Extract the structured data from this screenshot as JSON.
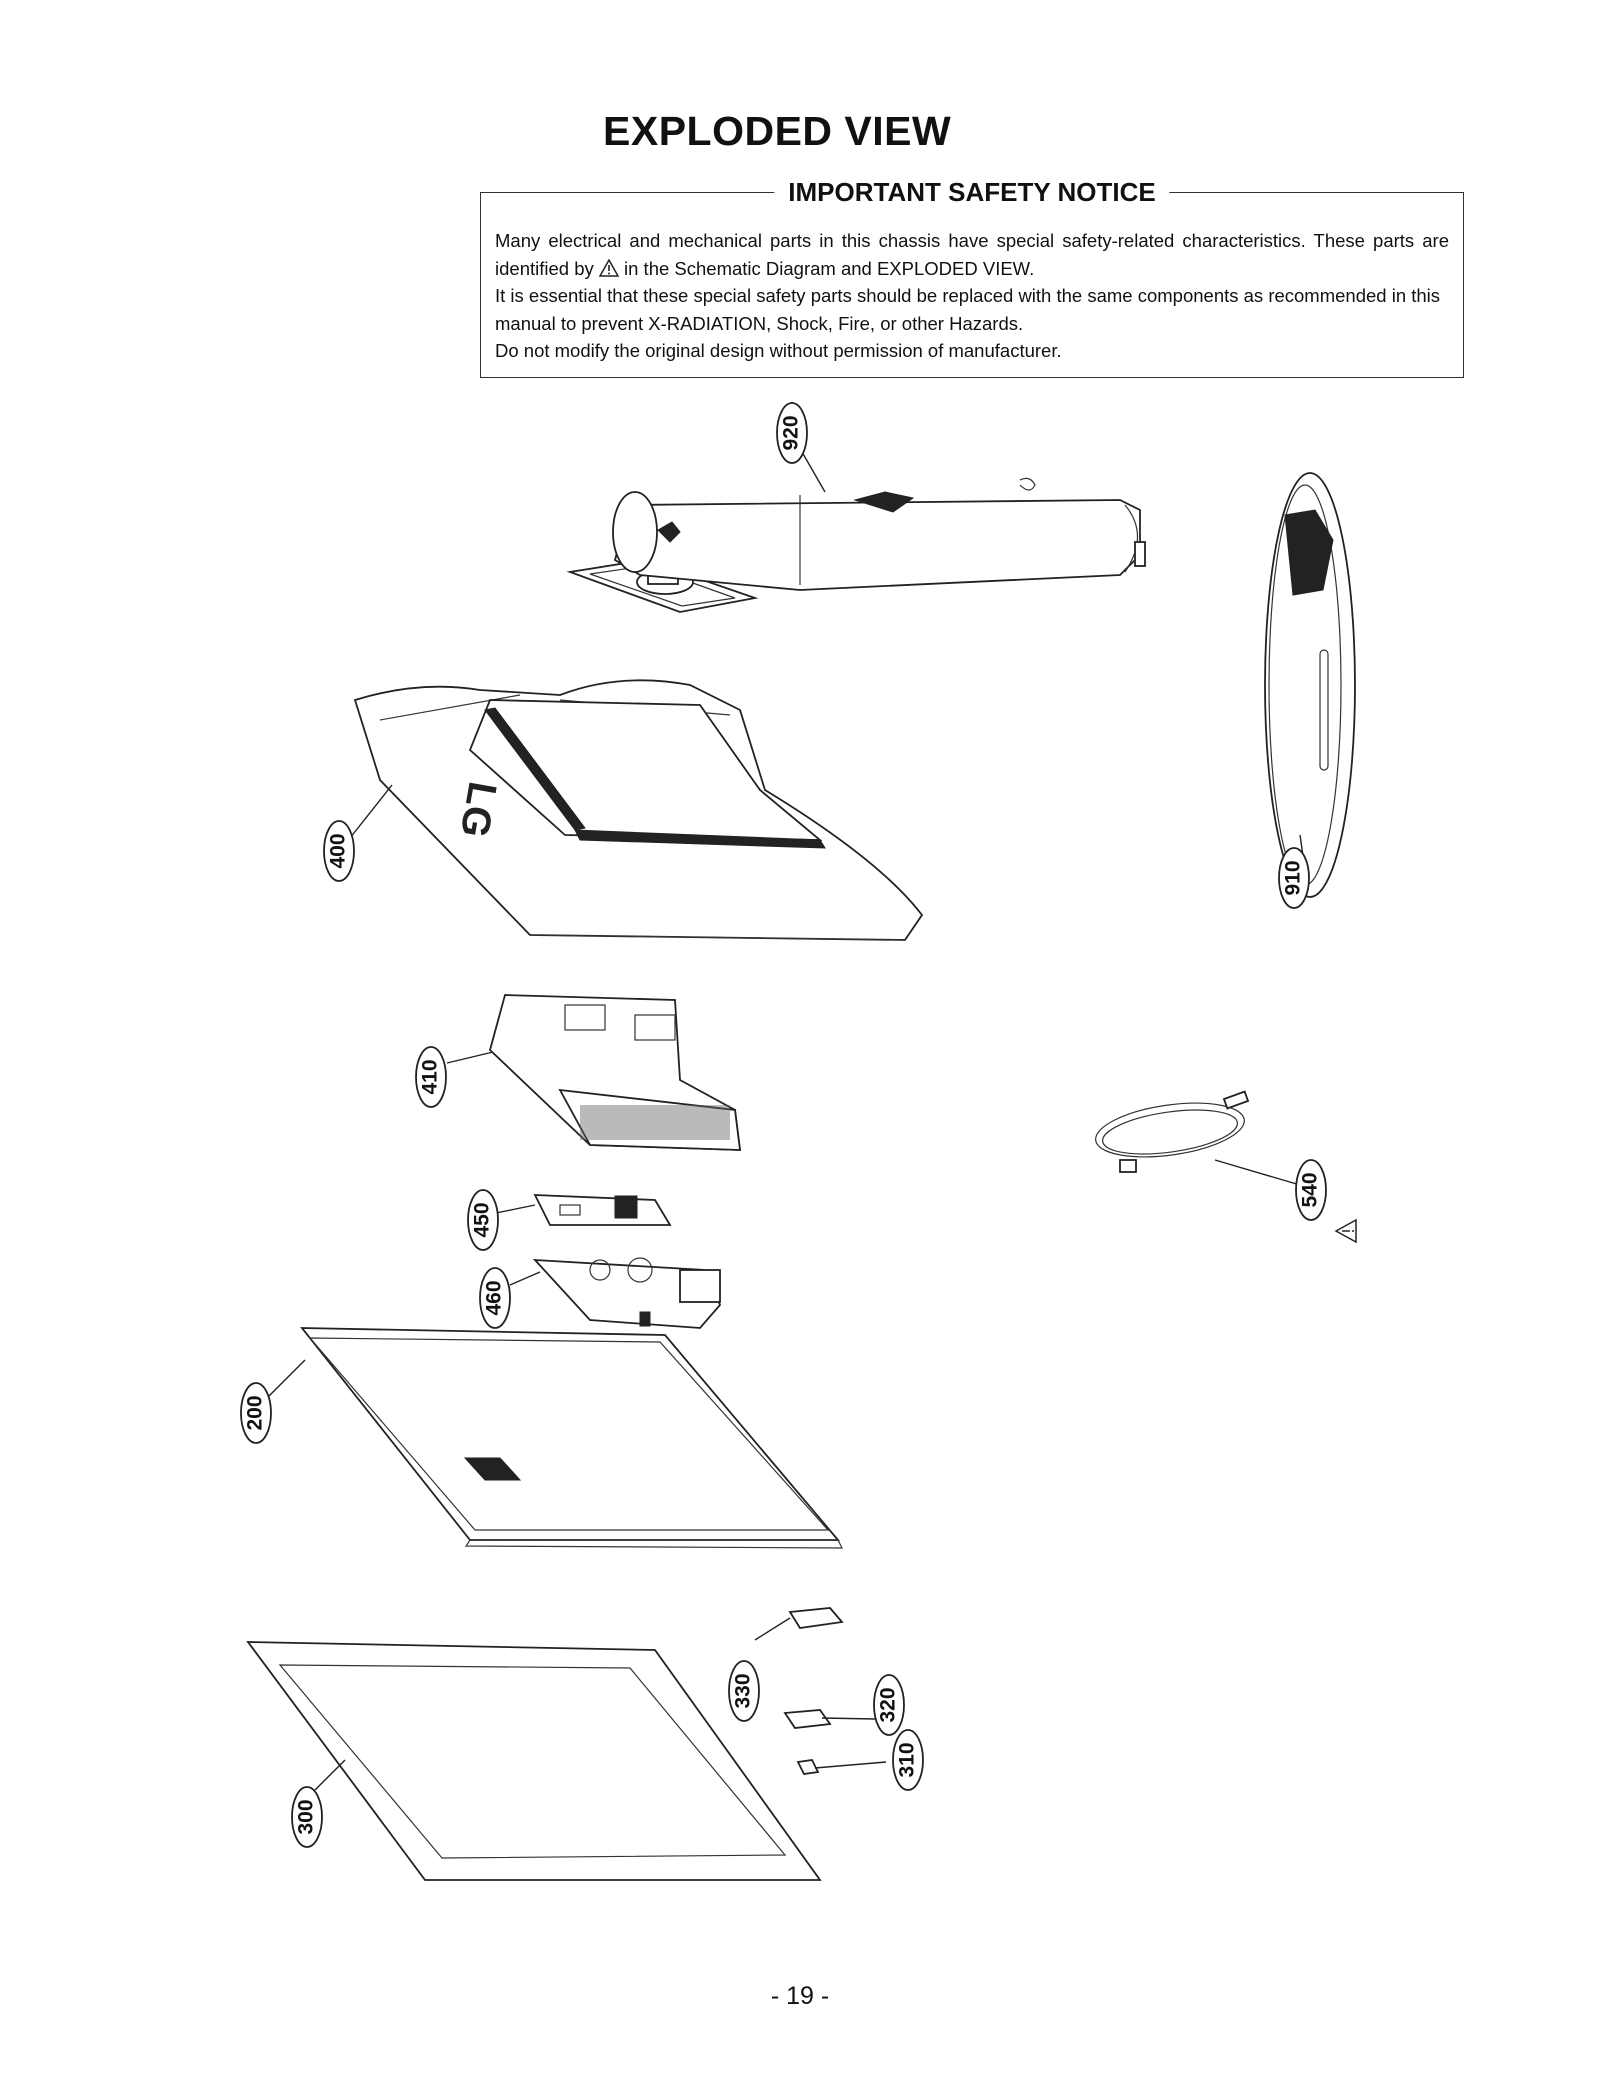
{
  "page": {
    "title": "EXPLODED VIEW",
    "page_number": "- 19 -"
  },
  "notice": {
    "title": "IMPORTANT SAFETY NOTICE",
    "line1_before_icon": "Many electrical and mechanical parts in this chassis have special safety-related characteristics. These parts are identified by",
    "line1_after_icon": "in the Schematic Diagram and EXPLODED VIEW.",
    "line2": "It is essential that these special safety parts should be replaced with the same components as recommended in this manual to prevent X-RADIATION, Shock, Fire, or other Hazards.",
    "line3": "Do not modify the original design without permission of manufacturer.",
    "icon": "warning-triangle-icon"
  },
  "callouts": [
    {
      "id": "920",
      "label": "920"
    },
    {
      "id": "910",
      "label": "910"
    },
    {
      "id": "400",
      "label": "400"
    },
    {
      "id": "410",
      "label": "410"
    },
    {
      "id": "540",
      "label": "540"
    },
    {
      "id": "450",
      "label": "450"
    },
    {
      "id": "460",
      "label": "460"
    },
    {
      "id": "200",
      "label": "200"
    },
    {
      "id": "330",
      "label": "330"
    },
    {
      "id": "320",
      "label": "320"
    },
    {
      "id": "310",
      "label": "310"
    },
    {
      "id": "300",
      "label": "300"
    }
  ],
  "safety_mark": {
    "part": "540",
    "icon": "warning-triangle-icon"
  },
  "colors": {
    "ink": "#111111",
    "paper": "#ffffff"
  }
}
